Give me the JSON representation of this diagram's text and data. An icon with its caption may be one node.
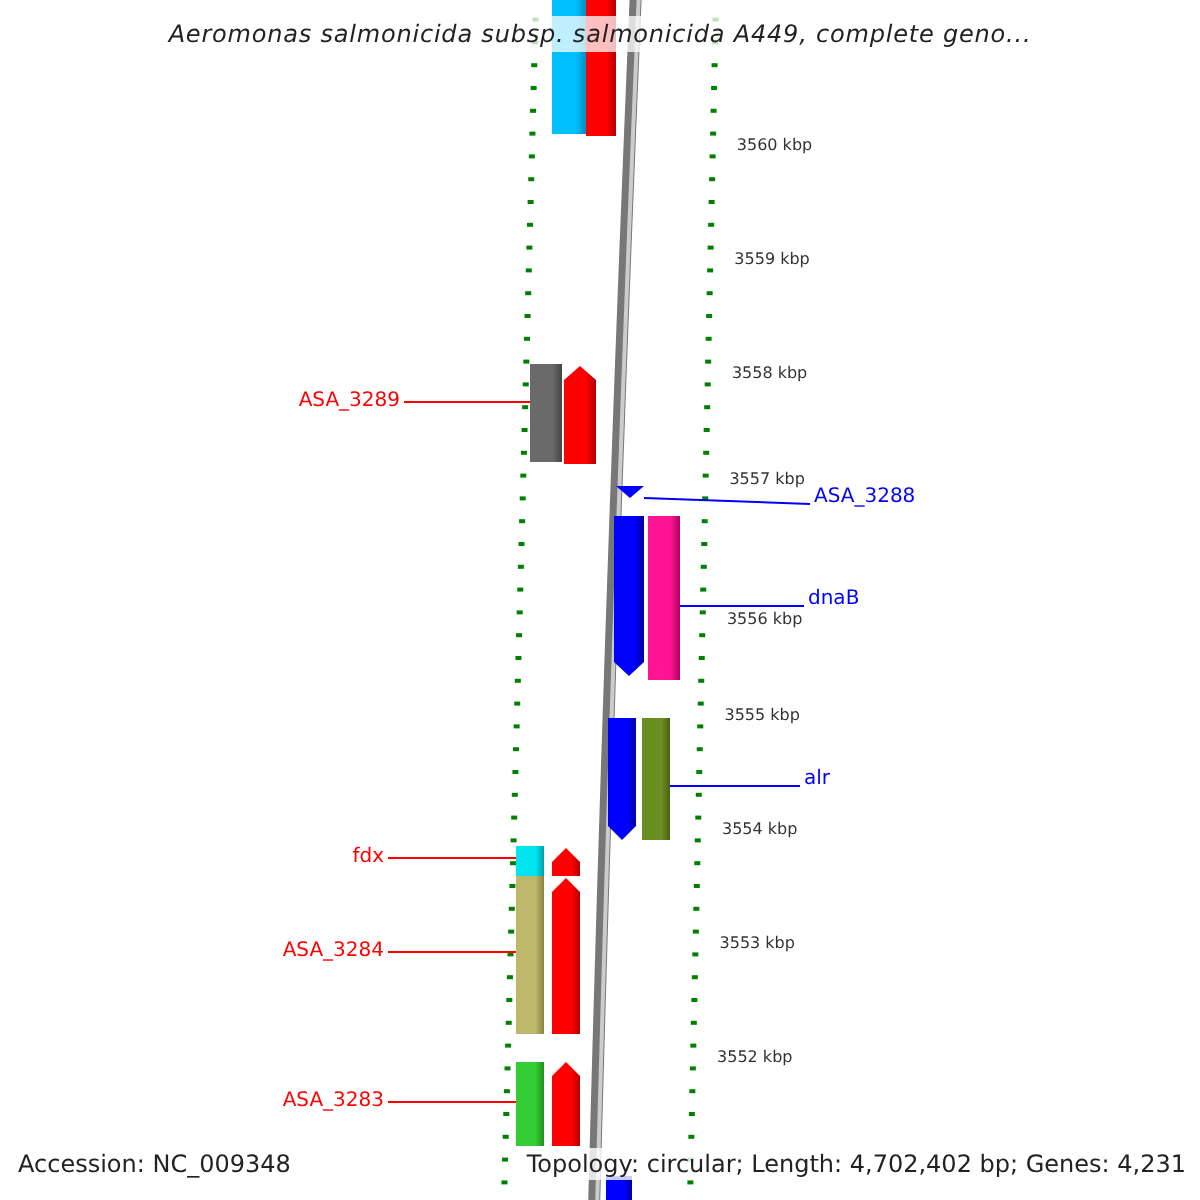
{
  "diagram": {
    "title": "Aeromonas salmonicida subsp. salmonicida A449, complete geno...",
    "nodes": [
      {
        "text": [],
        "shape": "bar"
      },
      {
        "text": [],
        "shape": "bar"
      },
      {
        "text": [
          "ASA_3289"
        ]
      },
      {
        "text": [],
        "shape": "bar"
      },
      {
        "text": [],
        "shape": "bar"
      },
      {
        "text": [],
        "shape": "triangle"
      },
      {
        "text": [
          "ASA_3288"
        ]
      },
      {
        "text": [],
        "shape": "bar"
      },
      {
        "text": [],
        "shape": "bar"
      },
      {
        "text": [
          "dnaB"
        ]
      },
      {
        "text": [],
        "shape": "bar"
      },
      {
        "text": [],
        "shape": "bar"
      },
      {
        "text": [
          "alr"
        ]
      },
      {
        "text": [
          "fdx"
        ]
      },
      {
        "text": [],
        "shape": "bar"
      },
      {
        "text": [],
        "shape": "bar"
      },
      {
        "text": [
          "ASA_3284"
        ]
      },
      {
        "text": [],
        "shape": "bar"
      },
      {
        "text": [],
        "shape": "bar"
      },
      {
        "text": [
          "ASA_3283"
        ]
      },
      {
        "text": [],
        "shape": "bar"
      },
      {
        "text": [],
        "shape": "bar"
      },
      {
        "text": [],
        "shape": "bar"
      }
    ],
    "edges": [
      {
        "from": 2,
        "to": 3,
        "arrow": "none"
      },
      {
        "from": 6,
        "to": 5,
        "arrow": "none",
        "color": "#0000ff"
      },
      {
        "from": 9,
        "to": 8,
        "arrow": "none",
        "color": "#0000ff"
      },
      {
        "from": 12,
        "to": 11,
        "arrow": "none",
        "color": "#0000ff"
      },
      {
        "from": 13,
        "to": 14,
        "arrow": "none"
      },
      {
        "from": 16,
        "to": 17,
        "arrow": "none"
      },
      {
        "from": 19,
        "to": 20,
        "arrow": "none"
      }
    ],
    "labels": [
      "3560 kbp",
      "3559 kbp",
      "3558 kbp",
      "3557 kbp",
      "3556 kbp",
      "3555 kbp",
      "3554 kbp",
      "3553 kbp",
      "3552 kbp",
      "Accession: NC_009348",
      "Topology: circular; Length: 4,702,402 bp; Genes: 4,231"
    ]
  }
}
